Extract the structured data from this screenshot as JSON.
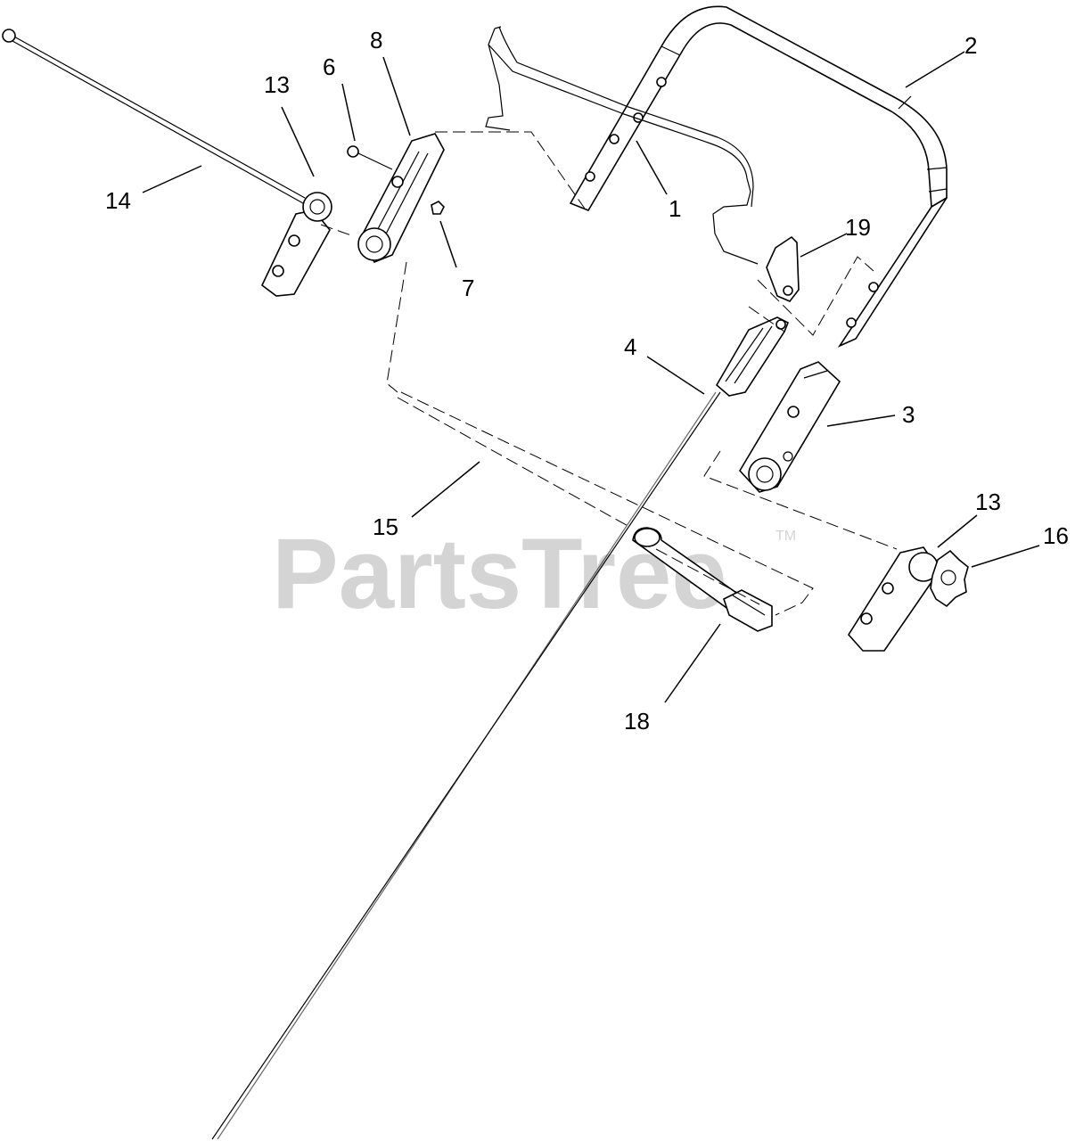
{
  "diagram": {
    "watermark": "PartsTree",
    "trademark": "TM",
    "callouts": {
      "c1": "1",
      "c2": "2",
      "c3": "3",
      "c4": "4",
      "c6": "6",
      "c7": "7",
      "c8": "8",
      "c13a": "13",
      "c13b": "13",
      "c14": "14",
      "c15": "15",
      "c16": "16",
      "c18": "18",
      "c19": "19"
    }
  },
  "colors": {
    "line": "#000000",
    "watermark": "#d4d4d4",
    "background": "#ffffff"
  }
}
